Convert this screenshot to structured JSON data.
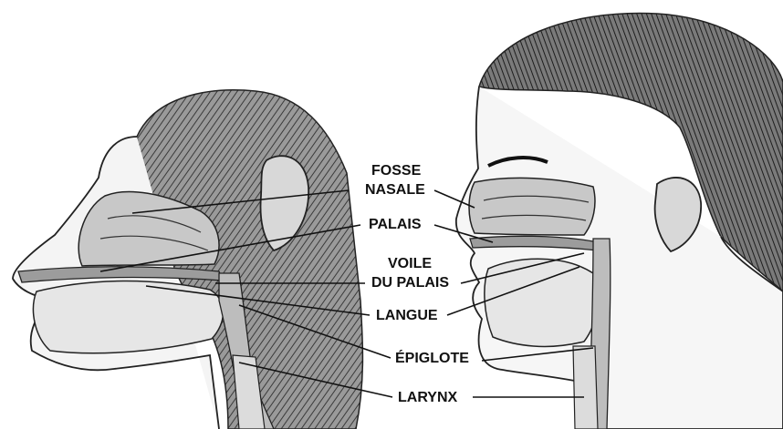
{
  "labels": {
    "fosse_nasale_1": "FOSSE",
    "fosse_nasale_2": "NASALE",
    "palais": "PALAIS",
    "voile_du_palais_1": "VOILE",
    "voile_du_palais_2": "DU PALAIS",
    "langue": "LANGUE",
    "epiglote": "ÉPIGLOTE",
    "larynx": "LARYNX"
  },
  "colors": {
    "ink": "#111111",
    "background": "#ffffff",
    "shade": "#cfcfcf"
  }
}
